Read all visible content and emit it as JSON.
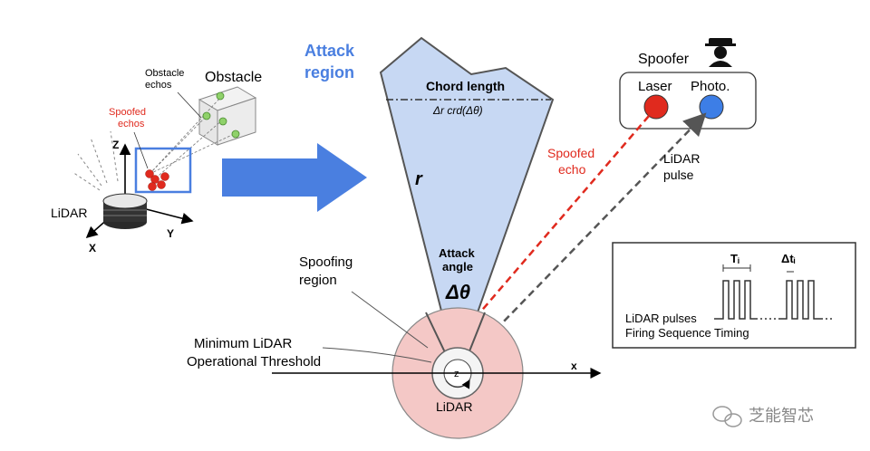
{
  "left_figure": {
    "obstacle_label": "Obstacle",
    "obstacle_echos_label": "Obstacle\nechos",
    "spoofed_echos_label": "Spoofed\nechos",
    "lidar_label": "LiDAR",
    "axis_z": "Z",
    "axis_x": "X",
    "axis_y": "Y"
  },
  "cone": {
    "attack_region_label": "Attack\nregion",
    "chord_length_label": "Chord length",
    "chord_formula": "Δr crd(Δθ)",
    "radius_label": "r",
    "attack_angle_label": "Attack\nangle",
    "delta_theta_label": "Δθ"
  },
  "spoofer": {
    "title": "Spoofer",
    "laser_label": "Laser",
    "photo_label": "Photo.",
    "spoofed_echo_label": "Spoofed\necho",
    "lidar_pulse_label": "LiDAR\npulse"
  },
  "bottom": {
    "spoofing_region_label": "Spoofing\nregion",
    "threshold_label": "Minimum LiDAR\nOperational Threshold",
    "lidar_center_label": "LiDAR",
    "z_symbol": "z",
    "x_axis_label": "x"
  },
  "timing": {
    "ti_label": "Tᵢ",
    "dti_label": "Δtᵢ",
    "pulses_label": "LiDAR pulses",
    "firing_label": "Firing Sequence Timing"
  },
  "watermark": {
    "text": "芝能智芯"
  },
  "colors": {
    "accent_blue": "#4a7fe0",
    "cone_fill": "#c7d8f3",
    "spoof_red": "#e02a1e",
    "photo_blue": "#3d7ee6",
    "region_pink": "#f4c8c6"
  }
}
